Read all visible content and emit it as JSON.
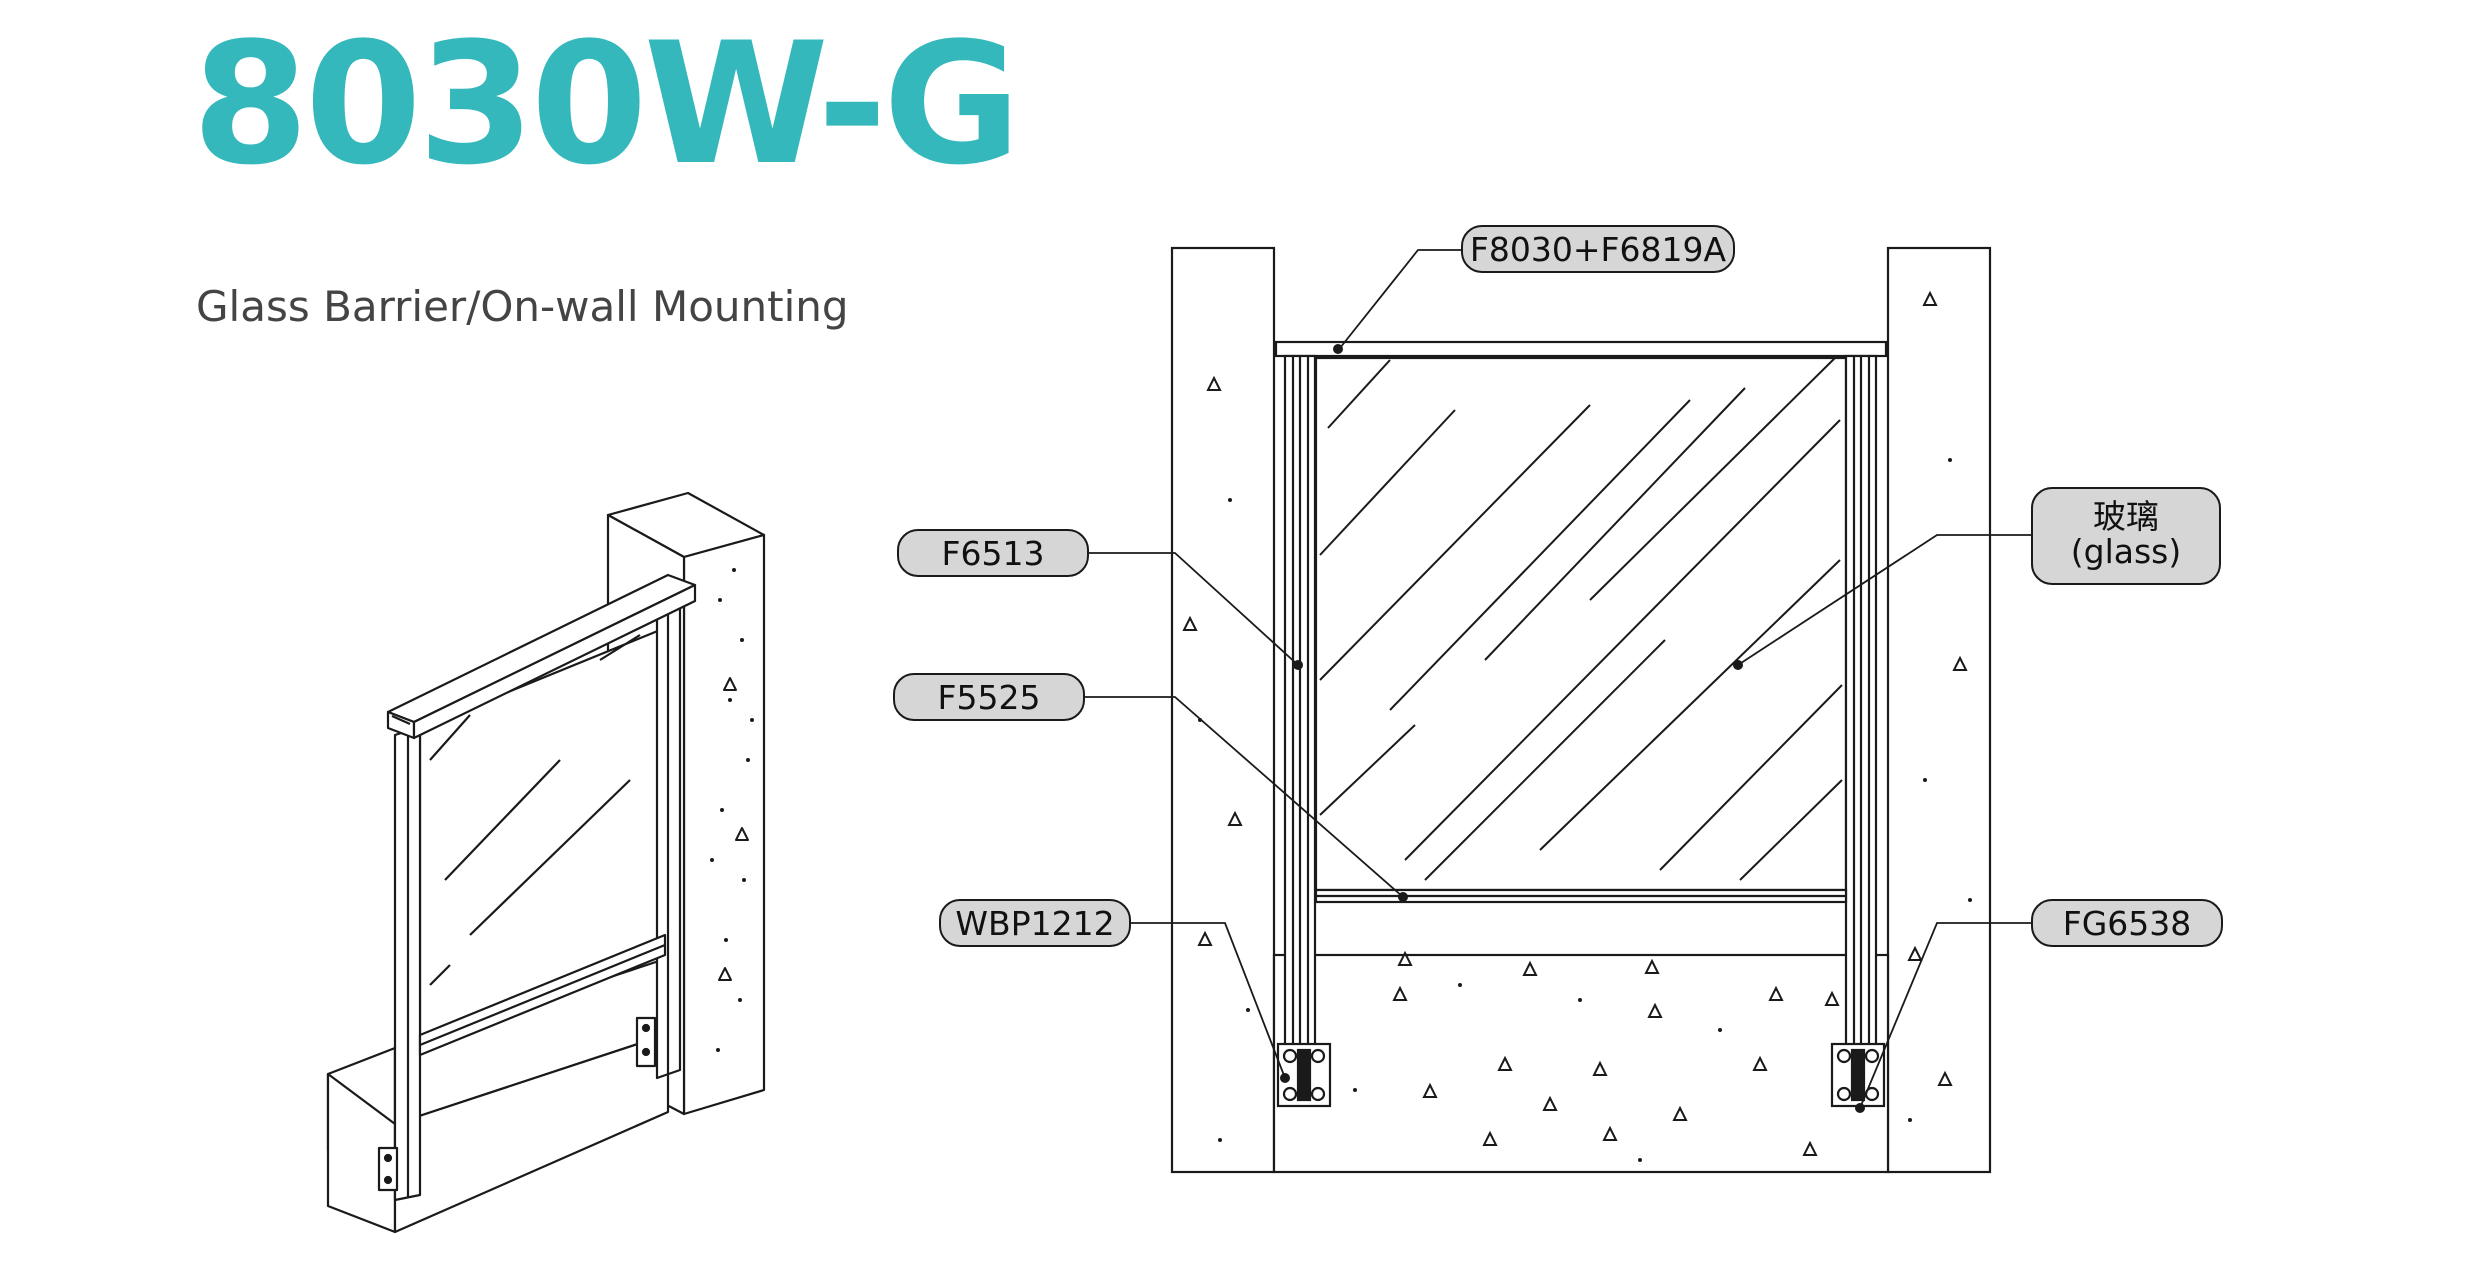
{
  "product_code": "8030W-G",
  "subtitle": "Glass Barrier/On-wall Mounting",
  "colors": {
    "brand": "#35b8bb",
    "line": "#1a1a1a",
    "label_fill": "#d6d6d6"
  },
  "labels": {
    "top_rail": "F8030+F6819A",
    "side_post": "F6513",
    "bottom_channel": "F5525",
    "bracket_left": "WBP1212",
    "bracket_right": "FG6538",
    "glass_cn": "玻璃",
    "glass_en": "(glass)"
  }
}
